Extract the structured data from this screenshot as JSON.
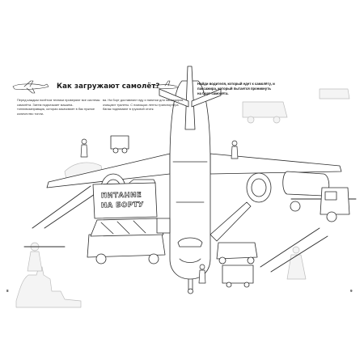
{
  "page": {
    "heading": "Как загружают самолёт?",
    "intro_left": "Перед каждым полётом техники проверяют все системы самолёта. Затем подъезжает машина-топливозаправщик, которая закачивает в бак нужное количество топли-",
    "intro_right": "ва. На борт доставляют еду и напитки для пассажиров, очищают туалеты. С помощью ленты транспортёра багаж поднимают в грузовой отсек.",
    "task": "Найди водителя, который едет к самолёту, и пассажира, который пытается проникнуть на борт самолёта.",
    "page_left": "8",
    "page_right": "9"
  },
  "illustration": {
    "catering_truck_sign_line1": "ПИТАНИЕ",
    "catering_truck_sign_line2": "НА БОРТУ"
  },
  "colors": {
    "line": "#2b2b2b",
    "paper": "#ffffff",
    "shadow": "#cfcfcf"
  }
}
